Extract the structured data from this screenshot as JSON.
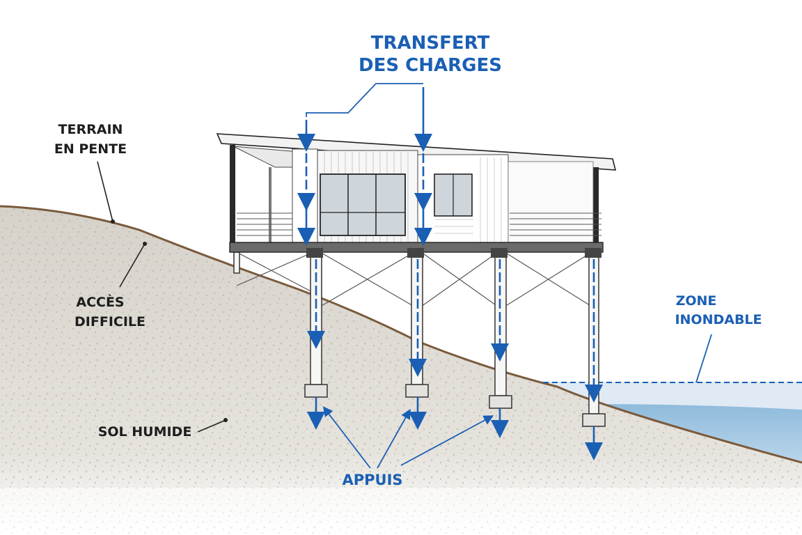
{
  "labels": {
    "transfert_line1": "TRANSFERT",
    "transfert_line2": "DES CHARGES",
    "terrain_line1": "TERRAIN",
    "terrain_line2": "EN PENTE",
    "acces_line1": "ACCÈS",
    "acces_line2": "DIFFICILE",
    "sol_humide": "SOL HUMIDE",
    "zone_line1": "ZONE",
    "zone_line2": "INONDABLE",
    "appuis": "APPUIS"
  },
  "colors": {
    "accent_blue": "#1a5fb4",
    "soil": "#d9d6cf",
    "soil_edge": "#7a5a3c",
    "water": "#a9cbe3",
    "line_dark": "#2a2a2a"
  }
}
